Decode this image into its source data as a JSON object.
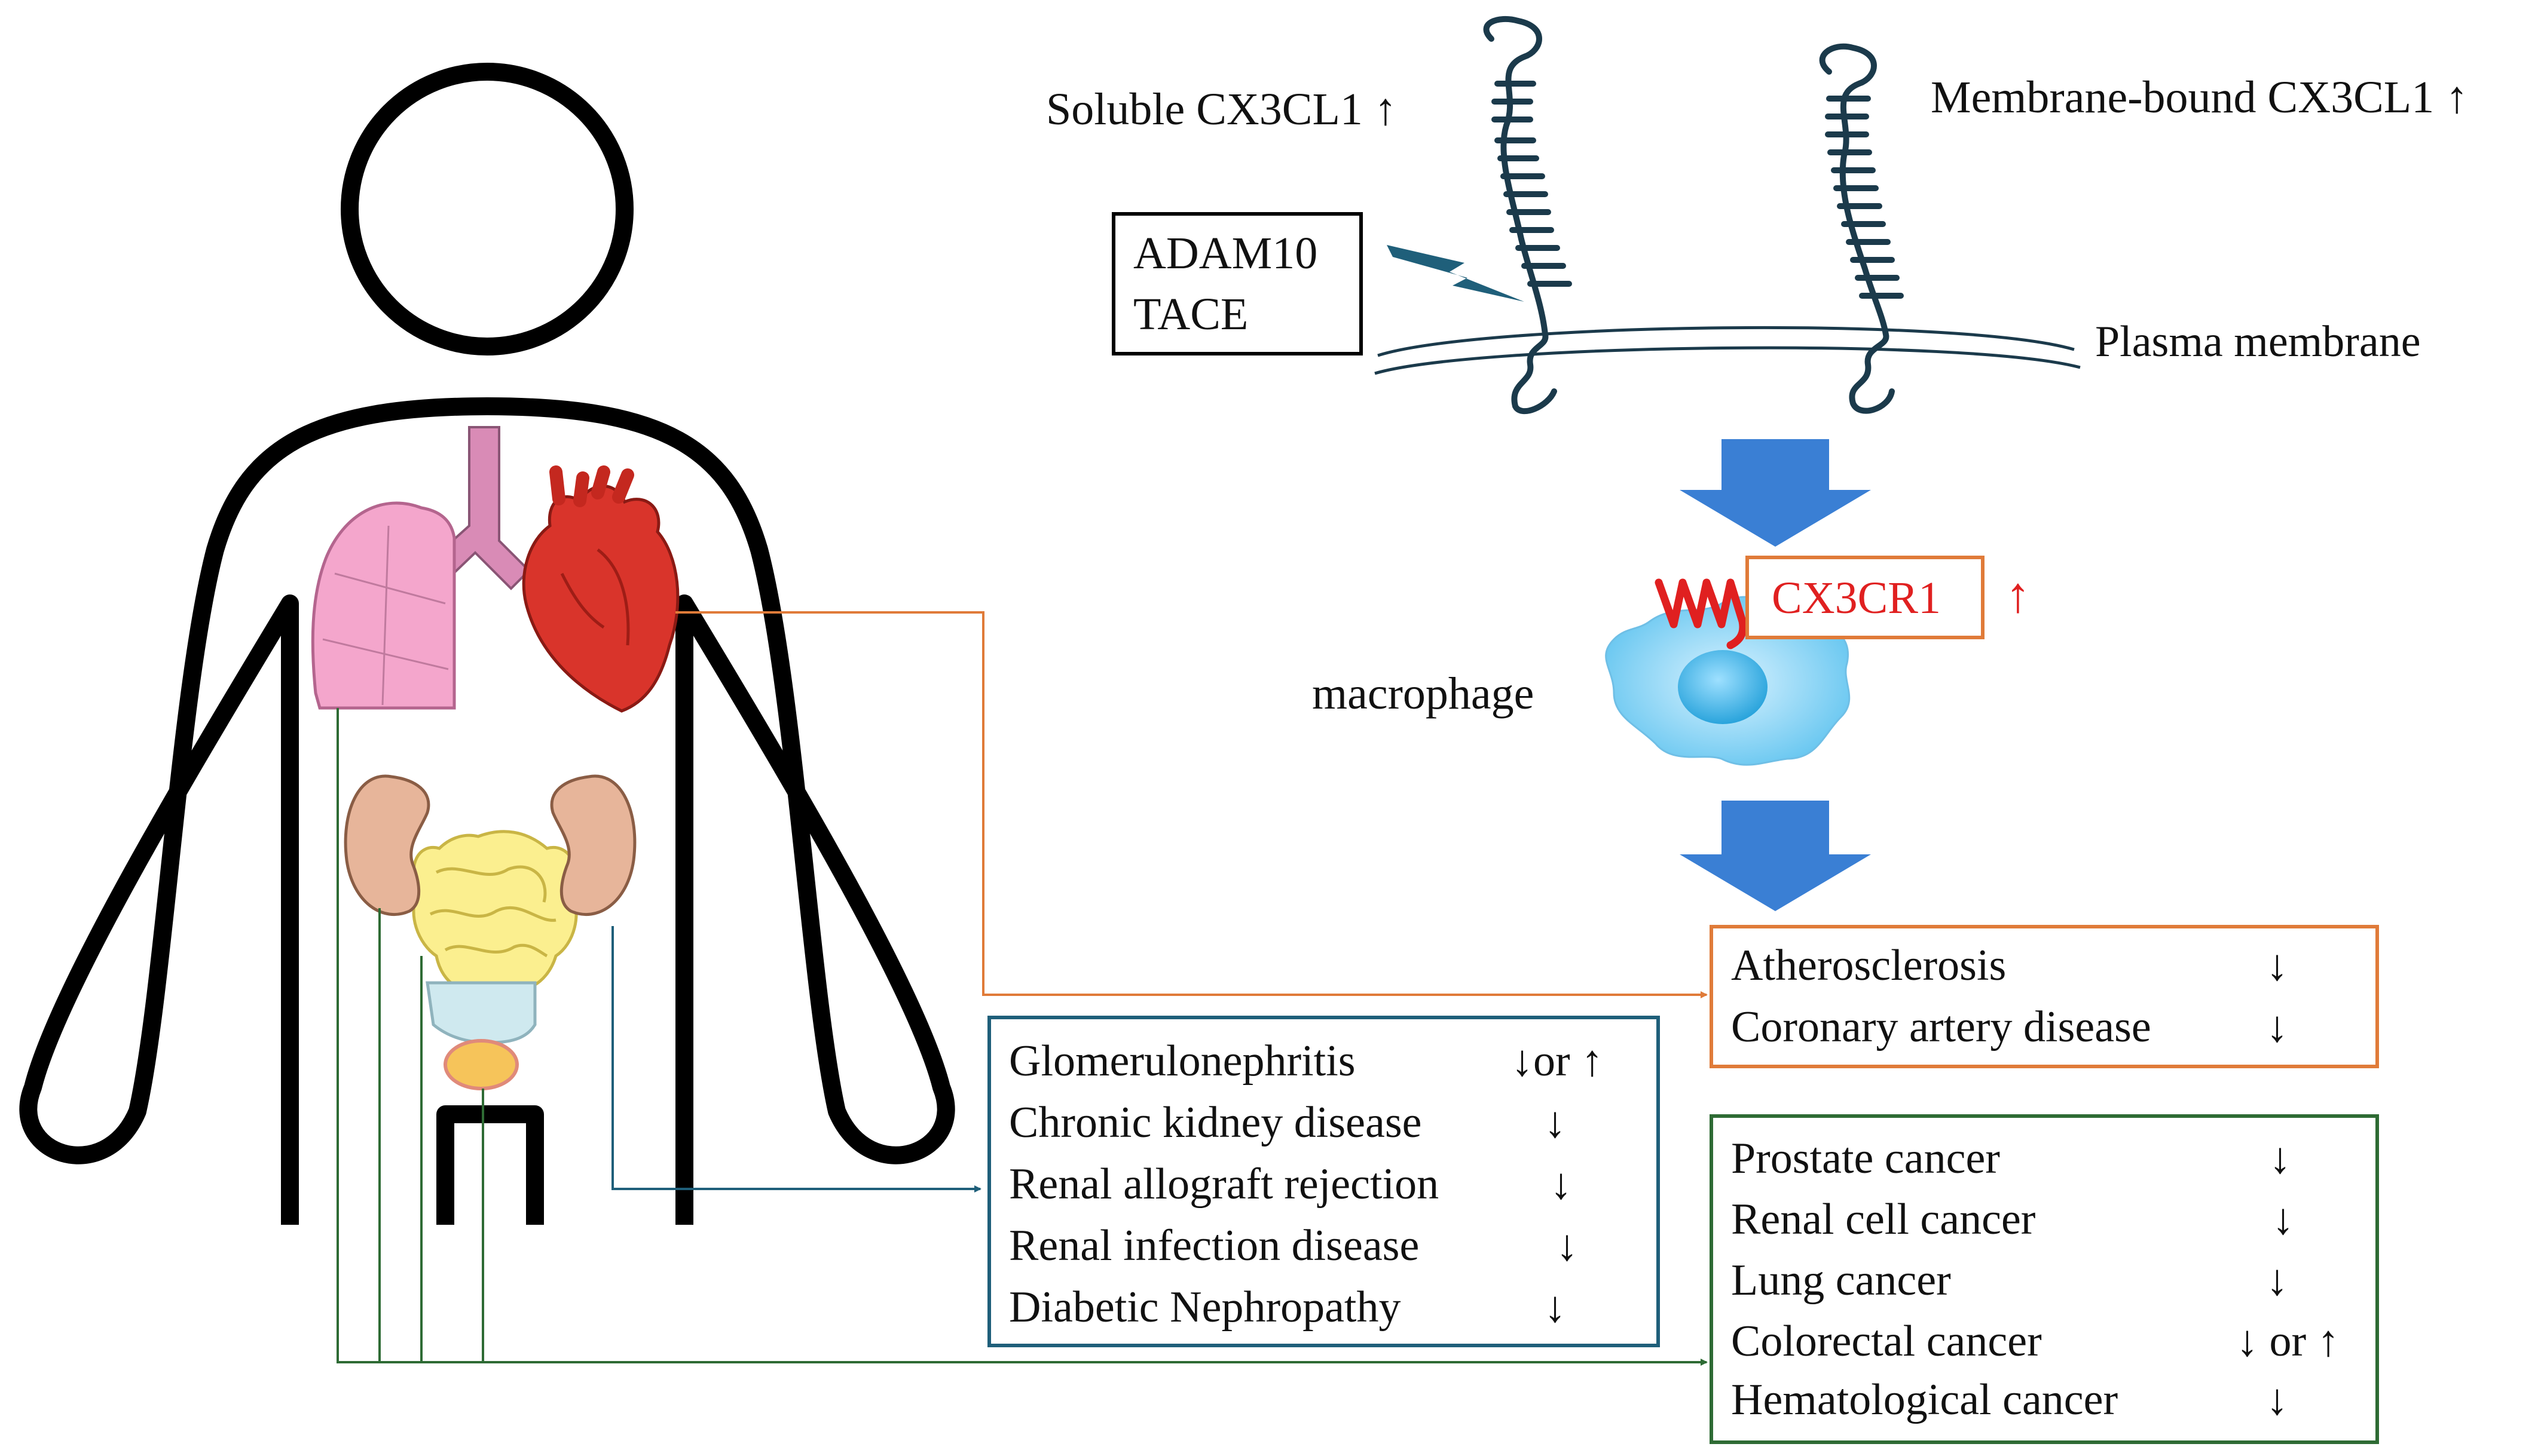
{
  "labels": {
    "soluble": "Soluble CX3CL1 ↑",
    "membrane_bound": "Membrane-bound CX3CL1 ↑",
    "plasma_membrane": "Plasma membrane",
    "enzyme_line1": "ADAM10",
    "enzyme_line2": "TACE",
    "macrophage": "macrophage",
    "receptor": "CX3CR1",
    "receptor_arrow": "↑"
  },
  "icons": [
    "human-body-icon",
    "lung-icon",
    "heart-icon",
    "kidney-icon",
    "intestine-icon",
    "bladder-icon",
    "prostate-icon",
    "lightning-icon",
    "macrophage-icon",
    "receptor-icon",
    "down-arrow-icon"
  ],
  "colors": {
    "cardio": "#e07b39",
    "renal": "#1f5f7a",
    "cancer": "#2e6b34",
    "receptor": "#e02020",
    "arrow": "#3a7fd4",
    "chemokine": "#1b3a4b"
  },
  "groups": {
    "cardiovascular": [
      {
        "disease": "Atherosclerosis",
        "trend": "↓"
      },
      {
        "disease": "Coronary artery disease",
        "trend": "↓"
      }
    ],
    "renal": [
      {
        "disease": "Glomerulonephritis",
        "trend": "↓or ↑"
      },
      {
        "disease": "Chronic kidney disease",
        "trend": "↓"
      },
      {
        "disease": "Renal allograft rejection",
        "trend": "↓"
      },
      {
        "disease": "Renal infection disease",
        "trend": "↓"
      },
      {
        "disease": "Diabetic Nephropathy",
        "trend": "↓"
      }
    ],
    "cancer": [
      {
        "disease": "Prostate cancer",
        "trend": "↓"
      },
      {
        "disease": "Renal cell cancer",
        "trend": "↓"
      },
      {
        "disease": "Lung cancer",
        "trend": "↓"
      },
      {
        "disease": "Colorectal cancer",
        "trend": "↓ or ↑"
      },
      {
        "disease": "Hematological cancer",
        "trend": "↓"
      }
    ]
  }
}
